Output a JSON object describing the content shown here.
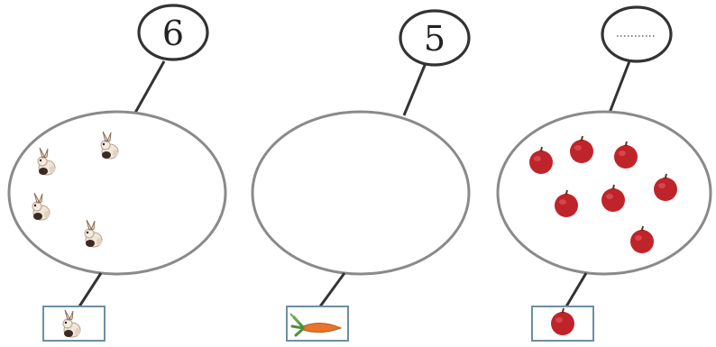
{
  "panels": [
    {
      "count_label": "6",
      "item_icon": "rabbit-icon",
      "pictured_count": 4,
      "legend_icon": "rabbit-icon"
    },
    {
      "count_label": "5",
      "item_icon": "carrot-icon",
      "pictured_count": 0,
      "legend_icon": "carrot-icon"
    },
    {
      "count_label": "",
      "count_blank": true,
      "item_icon": "apple-icon",
      "pictured_count": 7,
      "legend_icon": "apple-icon"
    }
  ],
  "colors": {
    "apple": "#c0242b",
    "rabbit_body": "#f1e6da",
    "rabbit_dark": "#3a2a22",
    "carrot": "#e8742a",
    "leaf": "#4f8f3a"
  }
}
